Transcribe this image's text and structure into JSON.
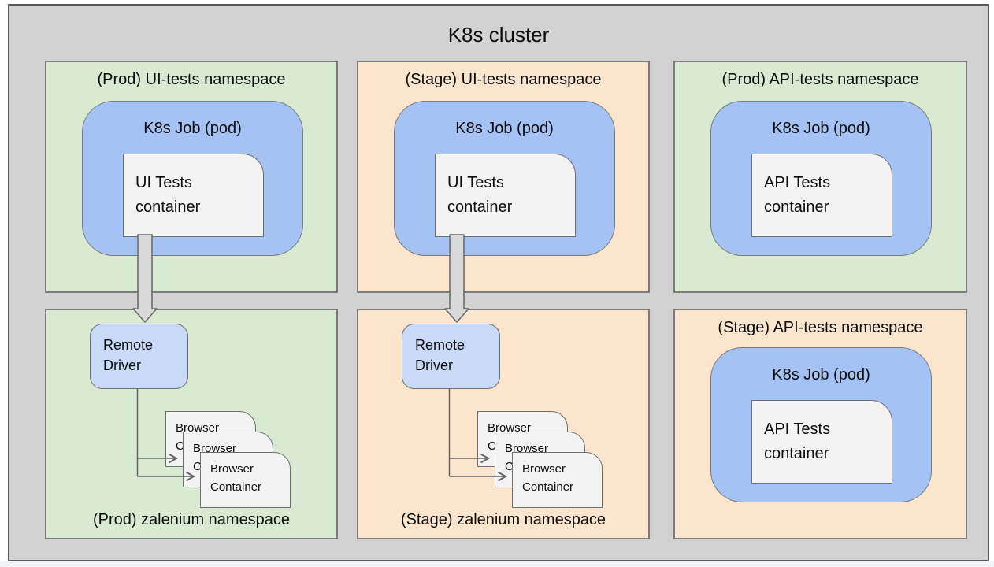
{
  "cluster": {
    "title": "K8s cluster"
  },
  "namespaces": {
    "prod_ui": {
      "title": "(Prod) UI-tests namespace"
    },
    "stage_ui": {
      "title": "(Stage) UI-tests namespace"
    },
    "prod_api": {
      "title": "(Prod) API-tests namespace"
    },
    "prod_zalenium": {
      "title": "(Prod) zalenium namespace"
    },
    "stage_zalenium": {
      "title": "(Stage) zalenium namespace"
    },
    "stage_api": {
      "title": "(Stage) API-tests namespace"
    }
  },
  "labels": {
    "k8s_job": "K8s Job (pod)",
    "ui_tests_container": "UI Tests container",
    "api_tests_container": "API Tests container",
    "remote_driver": "Remote Driver",
    "browser_container": "Browser Container"
  },
  "colors": {
    "cluster_bg": "#d2d2d2",
    "prod_bg": "#d9ead3",
    "stage_bg": "#fce5cd",
    "job_bg": "#a4c2f4",
    "driver_bg": "#c9daf8",
    "container_bg": "#f3f3f3",
    "border": "#7b7b7b",
    "arrow_fill": "#d9d9d9",
    "line": "#666666"
  }
}
